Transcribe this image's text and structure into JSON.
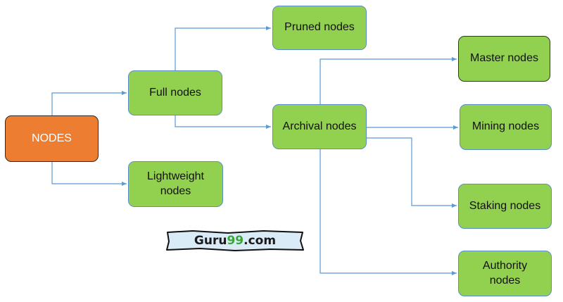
{
  "nodes": {
    "root": "NODES",
    "full": "Full nodes",
    "lightweight": "Lightweight\nnodes",
    "pruned": "Pruned nodes",
    "archival": "Archival nodes",
    "master": "Master nodes",
    "mining": "Mining nodes",
    "staking": "Staking nodes",
    "authority": "Authority\nnodes"
  },
  "logo": {
    "prefix": "Guru",
    "highlight": "99",
    "suffix": ".com"
  },
  "colors": {
    "node_fill": "#92d050",
    "root_fill": "#ed7d31",
    "connector": "#5b9bd5",
    "logo_highlight": "#3aa635"
  }
}
